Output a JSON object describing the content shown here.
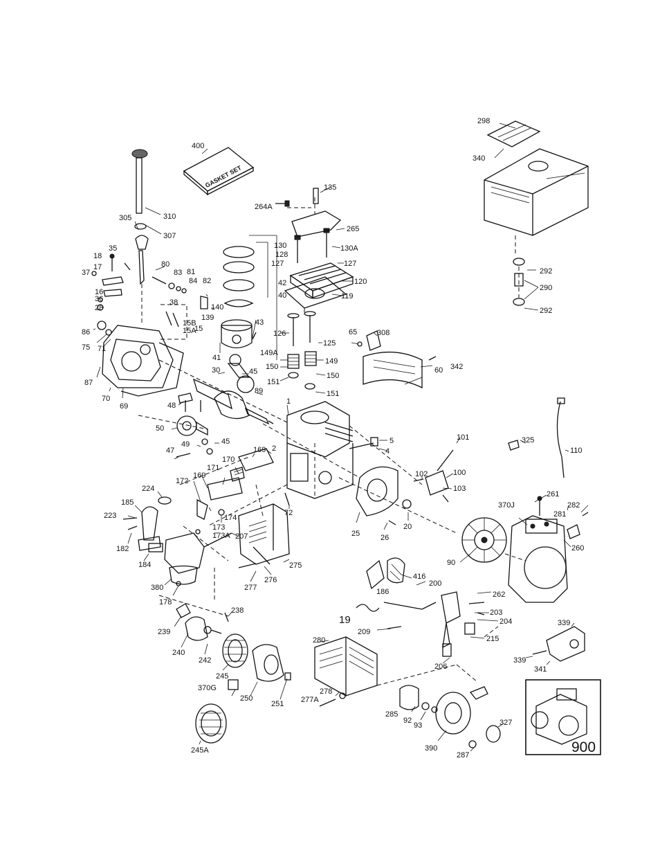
{
  "gasket_set_text": "GASKET SET",
  "inset_label": "900",
  "callouts": {
    "c1": "1",
    "c2": "2",
    "c4": "4",
    "c5": "5",
    "c15": "15",
    "c15A": "15A",
    "c15B": "15B",
    "c16": "16",
    "c17": "17",
    "c18": "18",
    "c19": "19",
    "c20": "20",
    "c25": "25",
    "c26": "26",
    "c28": "28",
    "c30": "30",
    "c35": "35",
    "c36": "36",
    "c37": "37",
    "c38": "38",
    "c40": "40",
    "c41": "41",
    "c42": "42",
    "c43": "43",
    "c45a": "45",
    "c45b": "45",
    "c47": "47",
    "c48": "48",
    "c49": "49",
    "c50": "50",
    "c60": "60",
    "c65": "65",
    "c69": "69",
    "c70": "70",
    "c71": "71",
    "c72": "72",
    "c75": "75",
    "c80": "80",
    "c81": "81",
    "c82": "82",
    "c83": "83",
    "c84": "84",
    "c86": "86",
    "c87": "87",
    "c89": "89",
    "c90": "90",
    "c92": "92",
    "c93": "93",
    "c100": "100",
    "c101": "101",
    "c102": "102",
    "c103": "103",
    "c110": "110",
    "c119": "119",
    "c120": "120",
    "c125": "125",
    "c126": "126",
    "c127a": "127",
    "c127b": "127",
    "c128": "128",
    "c130": "130",
    "c130A": "130A",
    "c135": "135",
    "c139": "139",
    "c140": "140",
    "c149": "149",
    "c149A": "149A",
    "c150a": "150",
    "c150b": "150",
    "c151a": "151",
    "c151b": "151",
    "c169a": "169",
    "c169b": "169",
    "c170": "170",
    "c171": "171",
    "c172": "172",
    "c173": "173",
    "c173A": "173A",
    "c174": "174",
    "c178": "178",
    "c182": "182",
    "c184": "184",
    "c185": "185",
    "c186": "186",
    "c200": "200",
    "c203": "203",
    "c204": "204",
    "c206": "206",
    "c207": "207",
    "c209": "209",
    "c215": "215",
    "c223": "223",
    "c224": "224",
    "c238": "238",
    "c239": "239",
    "c240": "240",
    "c242": "242",
    "c245": "245",
    "c245A": "245A",
    "c250": "250",
    "c251": "251",
    "c260": "260",
    "c261": "261",
    "c262": "262",
    "c264A": "264A",
    "c265": "265",
    "c275": "275",
    "c276": "276",
    "c277": "277",
    "c277A": "277A",
    "c278": "278",
    "c280": "280",
    "c281": "281",
    "c282": "282",
    "c285": "285",
    "c287": "287",
    "c290": "290",
    "c292a": "292",
    "c292b": "292",
    "c298": "298",
    "c305": "305",
    "c307": "307",
    "c308": "308",
    "c310": "310",
    "c325": "325",
    "c327": "327",
    "c339a": "339",
    "c339b": "339",
    "c340": "340",
    "c341": "341",
    "c342": "342",
    "c370G": "370G",
    "c370J": "370J",
    "c380": "380",
    "c390": "390",
    "c400": "400",
    "c416": "416"
  }
}
